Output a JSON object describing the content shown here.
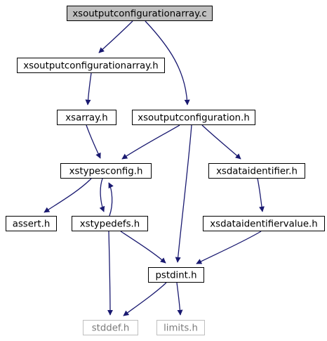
{
  "colors": {
    "edge": "#191970",
    "root_fill": "#bfbfbf",
    "node_border": "#000000",
    "missing_border": "#bfbfbf",
    "text": "#000000",
    "missing_text": "#7a7a7a"
  },
  "nodes": [
    {
      "id": "xsoutputconfigurationarray_c",
      "label": "xsoutputconfigurationarray.c",
      "style": "root"
    },
    {
      "id": "xsoutputconfigurationarray_h",
      "label": "xsoutputconfigurationarray.h",
      "style": "normal"
    },
    {
      "id": "xsarray_h",
      "label": "xsarray.h",
      "style": "normal"
    },
    {
      "id": "xsoutputconfiguration_h",
      "label": "xsoutputconfiguration.h",
      "style": "normal"
    },
    {
      "id": "xstypesconfig_h",
      "label": "xstypesconfig.h",
      "style": "normal"
    },
    {
      "id": "xsdataidentifier_h",
      "label": "xsdataidentifier.h",
      "style": "normal"
    },
    {
      "id": "assert_h",
      "label": "assert.h",
      "style": "normal"
    },
    {
      "id": "xstypedefs_h",
      "label": "xstypedefs.h",
      "style": "normal"
    },
    {
      "id": "xsdataidentifiervalue_h",
      "label": "xsdataidentifiervalue.h",
      "style": "normal"
    },
    {
      "id": "pstdint_h",
      "label": "pstdint.h",
      "style": "normal"
    },
    {
      "id": "stddef_h",
      "label": "stddef.h",
      "style": "missing"
    },
    {
      "id": "limits_h",
      "label": "limits.h",
      "style": "missing"
    }
  ],
  "edges": [
    {
      "from": "xsoutputconfigurationarray_c",
      "to": "xsoutputconfigurationarray_h"
    },
    {
      "from": "xsoutputconfigurationarray_c",
      "to": "xsoutputconfiguration_h"
    },
    {
      "from": "xsoutputconfigurationarray_h",
      "to": "xsarray_h"
    },
    {
      "from": "xsarray_h",
      "to": "xstypesconfig_h"
    },
    {
      "from": "xsoutputconfiguration_h",
      "to": "xstypesconfig_h"
    },
    {
      "from": "xsoutputconfiguration_h",
      "to": "xsdataidentifier_h"
    },
    {
      "from": "xsoutputconfiguration_h",
      "to": "pstdint_h"
    },
    {
      "from": "xstypesconfig_h",
      "to": "assert_h"
    },
    {
      "from": "xstypesconfig_h",
      "to": "xstypedefs_h"
    },
    {
      "from": "xstypedefs_h",
      "to": "xstypesconfig_h"
    },
    {
      "from": "xstypedefs_h",
      "to": "pstdint_h"
    },
    {
      "from": "xstypedefs_h",
      "to": "stddef_h"
    },
    {
      "from": "xsdataidentifier_h",
      "to": "xsdataidentifiervalue_h"
    },
    {
      "from": "xsdataidentifiervalue_h",
      "to": "pstdint_h"
    },
    {
      "from": "pstdint_h",
      "to": "stddef_h"
    },
    {
      "from": "pstdint_h",
      "to": "limits_h"
    }
  ]
}
